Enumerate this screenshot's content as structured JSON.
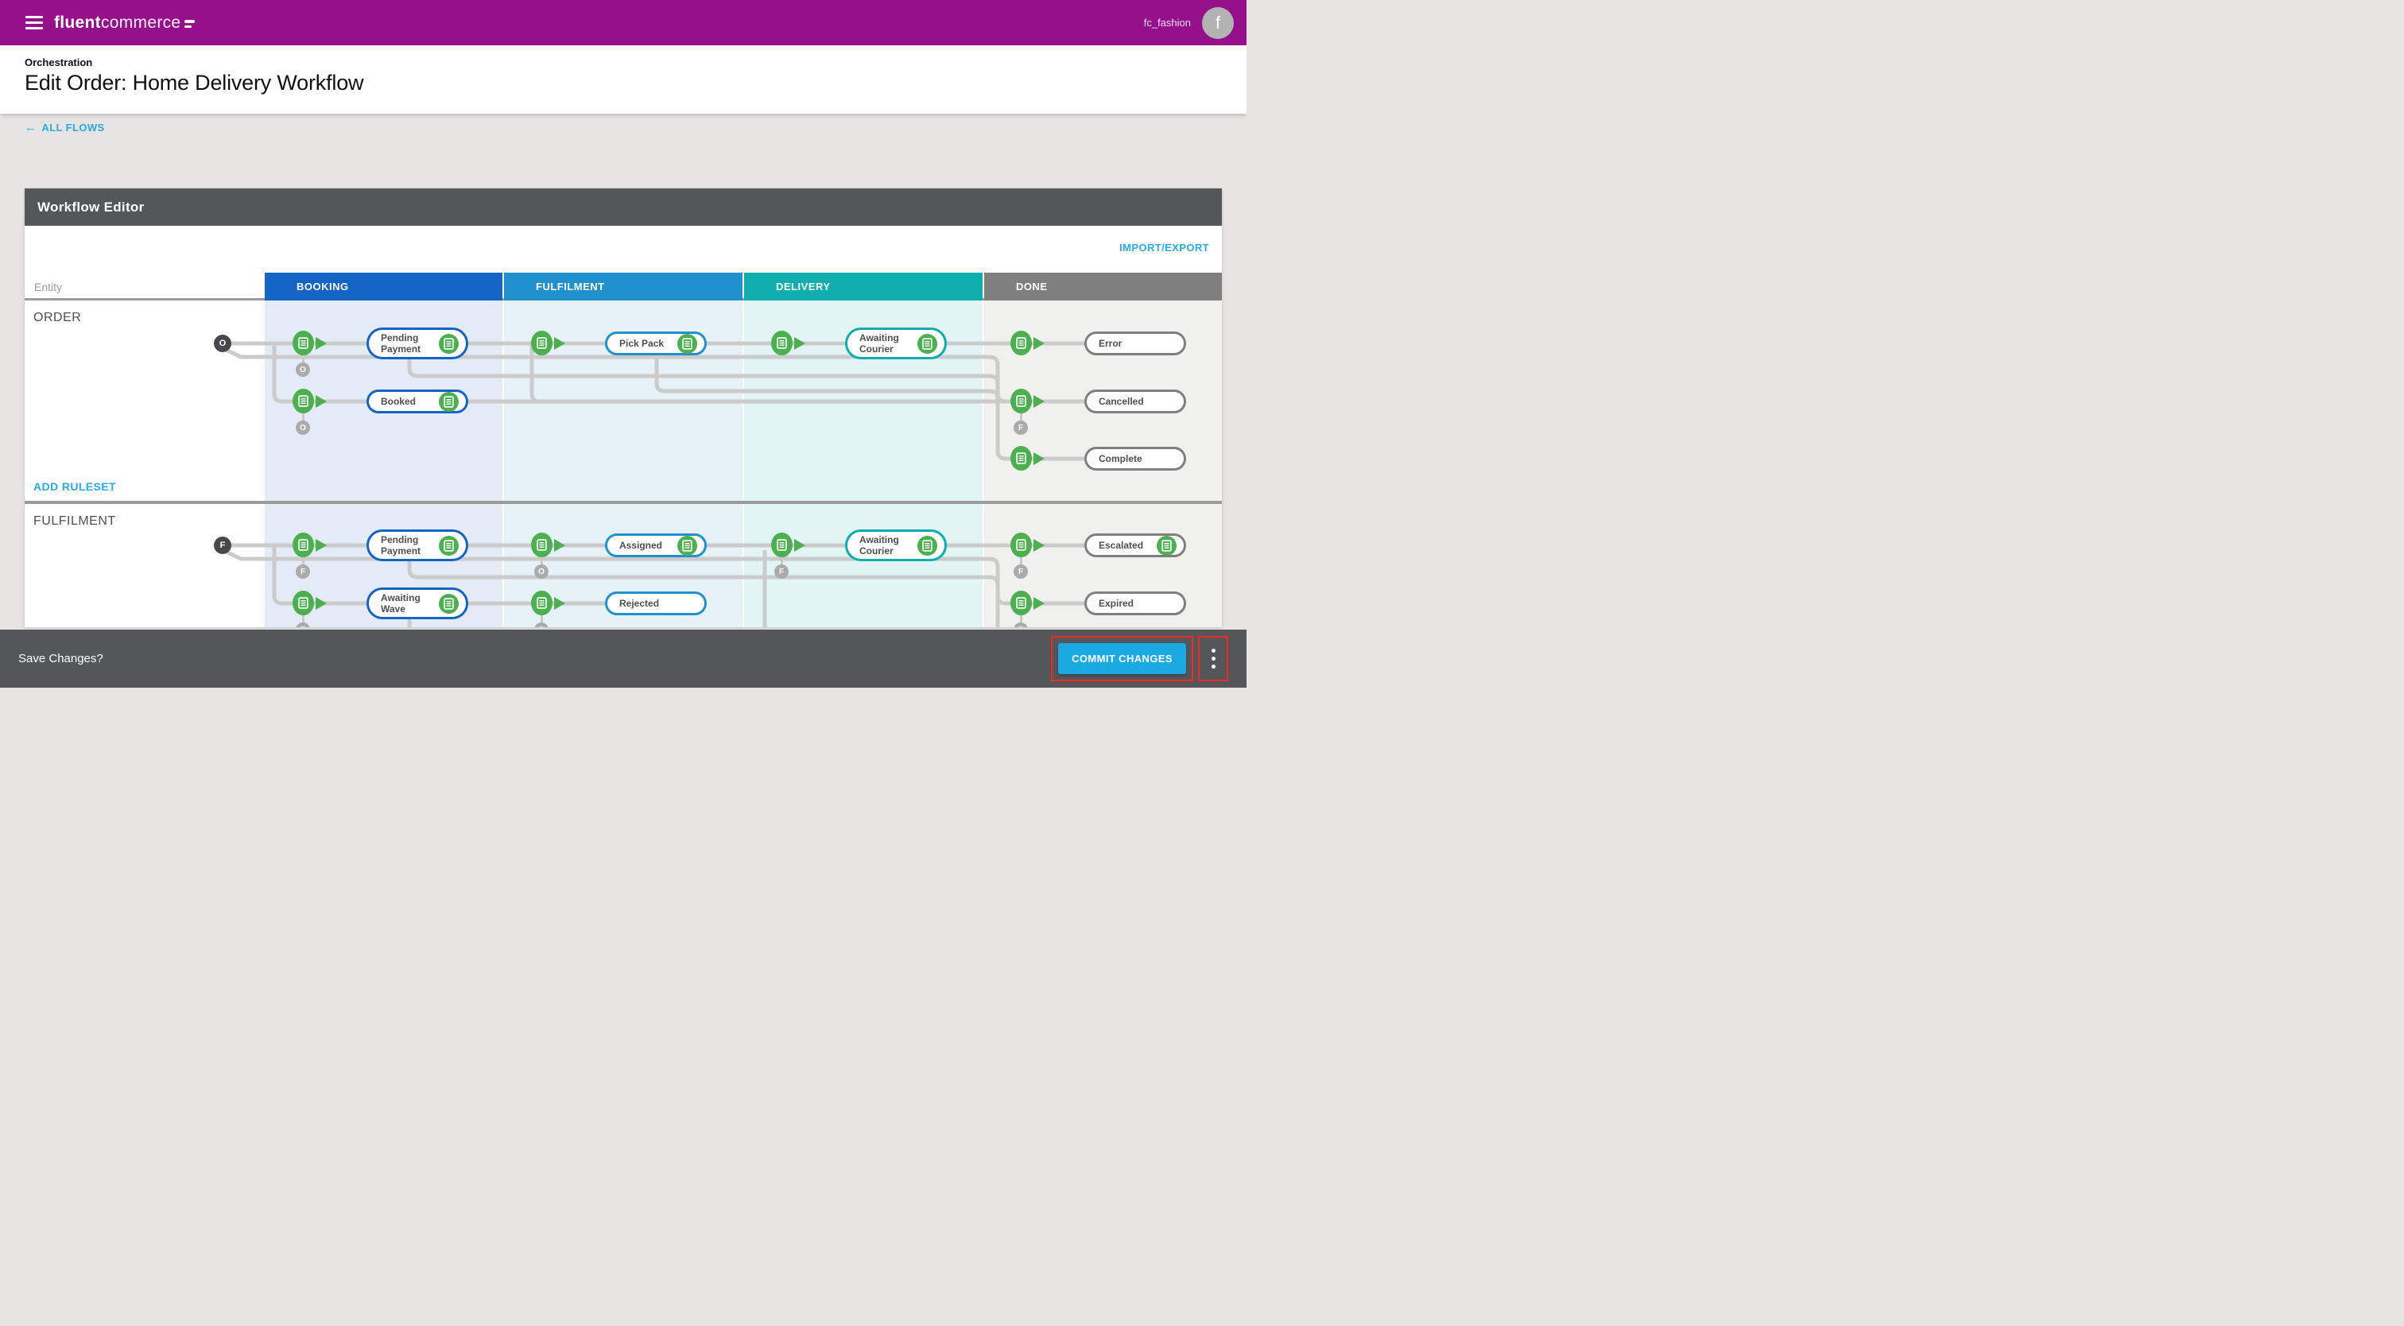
{
  "topbar": {
    "brand_bold": "fluent",
    "brand_light": "commerce",
    "tenant": "fc_fashion",
    "avatar_letter": "f"
  },
  "page": {
    "section": "Orchestration",
    "title": "Edit Order: Home Delivery Workflow",
    "back_link": "ALL FLOWS",
    "back_arrow": "←"
  },
  "panel": {
    "title": "Workflow Editor",
    "import_export": "IMPORT/EXPORT",
    "entity_column_header": "Entity",
    "add_ruleset_label": "ADD RULESET",
    "columns": [
      {
        "id": "booking",
        "label": "BOOKING",
        "color": "#1464c4",
        "tint": "#e4eaf6"
      },
      {
        "id": "fulfilment",
        "label": "FULFILMENT",
        "color": "#2191ce",
        "tint": "#e7f1f8"
      },
      {
        "id": "delivery",
        "label": "DELIVERY",
        "color": "#0fadad",
        "tint": "#e2f5f4"
      },
      {
        "id": "done",
        "label": "DONE",
        "color": "#7f7f7f",
        "tint": "#f0f0ef"
      }
    ],
    "rulesets": [
      {
        "entity": "ORDER",
        "start_marker": "O",
        "show_add_ruleset": true,
        "nodes": [
          {
            "label": "Pending Payment",
            "column": "booking",
            "slot": 0,
            "icon": true,
            "rule_marker": "O"
          },
          {
            "label": "Booked",
            "column": "booking",
            "slot": 1,
            "icon": true,
            "rule_marker": "O"
          },
          {
            "label": "Pick Pack",
            "column": "fulfilment",
            "slot": 0,
            "icon": true,
            "rule_marker": null
          },
          {
            "label": "Awaiting Courier",
            "column": "delivery",
            "slot": 0,
            "icon": true,
            "rule_marker": null
          },
          {
            "label": "Error",
            "column": "done",
            "slot": 0,
            "icon": false,
            "rule_marker": null
          },
          {
            "label": "Cancelled",
            "column": "done",
            "slot": 1,
            "icon": false,
            "rule_marker": "F"
          },
          {
            "label": "Complete",
            "column": "done",
            "slot": 2,
            "icon": false,
            "rule_marker": null
          }
        ]
      },
      {
        "entity": "FULFILMENT",
        "start_marker": "F",
        "show_add_ruleset": false,
        "nodes": [
          {
            "label": "Pending Payment",
            "column": "booking",
            "slot": 0,
            "icon": true,
            "rule_marker": "F"
          },
          {
            "label": "Awaiting Wave",
            "column": "booking",
            "slot": 1,
            "icon": true,
            "rule_marker": "F"
          },
          {
            "label": "Assigned",
            "column": "fulfilment",
            "slot": 0,
            "icon": true,
            "rule_marker": "O"
          },
          {
            "label": "Rejected",
            "column": "fulfilment",
            "slot": 1,
            "icon": false,
            "rule_marker": "O"
          },
          {
            "label": "Awaiting Courier",
            "column": "delivery",
            "slot": 0,
            "icon": true,
            "rule_marker": "F"
          },
          {
            "label": "Escalated",
            "column": "done",
            "slot": 0,
            "icon": true,
            "rule_marker": "F"
          },
          {
            "label": "Expired",
            "column": "done",
            "slot": 1,
            "icon": false,
            "rule_marker": "O"
          }
        ]
      }
    ]
  },
  "footer": {
    "prompt": "Save Changes?",
    "commit_label": "COMMIT CHANGES"
  },
  "colors": {
    "topbar": "#97108b",
    "link_blue": "#29abe2",
    "rule_green": "#4caf50",
    "connector_gray": "#cbcbcb",
    "bar_gray": "#54565a",
    "commit_blue": "#1ba9e1",
    "annotation_red": "#ef2c20"
  }
}
